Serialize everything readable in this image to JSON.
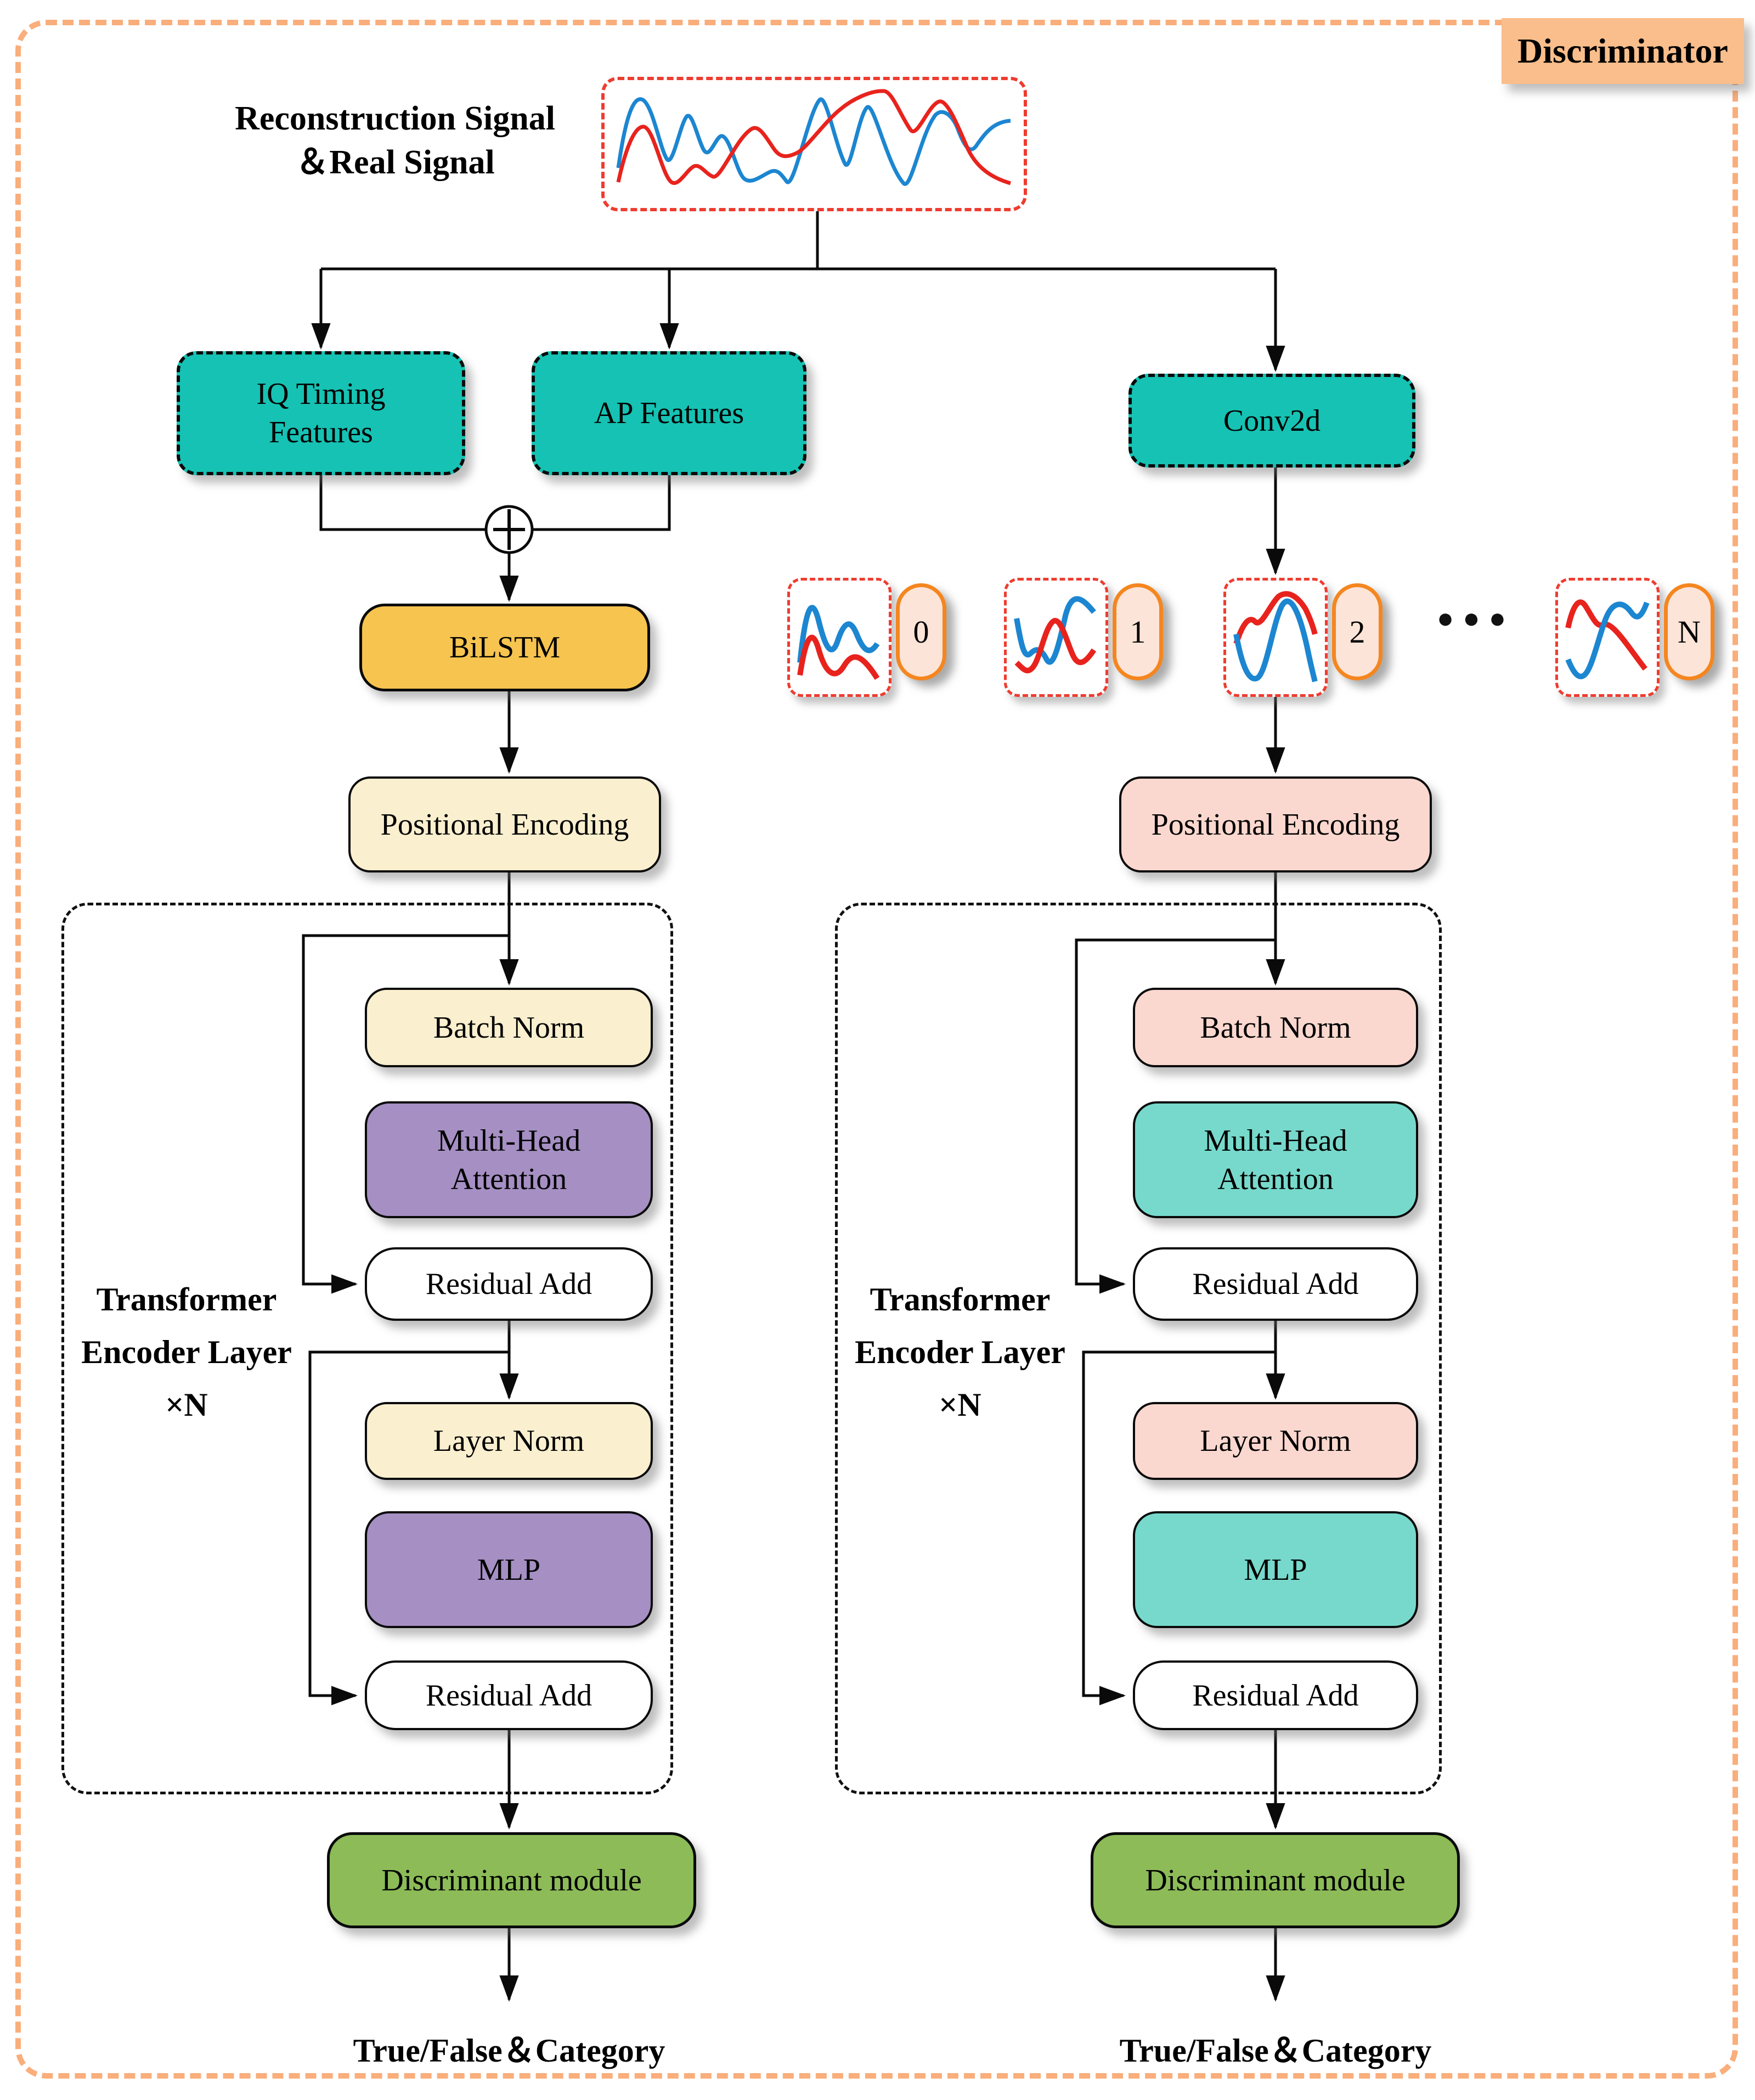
{
  "header": {
    "tag": "Discriminator"
  },
  "input_label": {
    "line1": "Reconstruction Signal",
    "line2": "＆Real Signal"
  },
  "left_column": {
    "iq_box": {
      "line1": "IQ Timing",
      "line2": "Features"
    },
    "ap_box": "AP Features",
    "bilstm": "BiLSTM",
    "positional_encoding": "Positional Encoding",
    "encoder_label": {
      "line1": "Transformer",
      "line2": "Encoder Layer",
      "line3": "×N"
    },
    "batch_norm": "Batch Norm",
    "multi_head": {
      "line1": "Multi-Head",
      "line2": "Attention"
    },
    "residual_add_1": "Residual Add",
    "layer_norm": "Layer Norm",
    "mlp": "MLP",
    "residual_add_2": "Residual Add",
    "discriminant": "Discriminant module",
    "output": "True/False＆Category"
  },
  "right_column": {
    "conv2d": "Conv2d",
    "patch_labels": [
      "0",
      "1",
      "2",
      "N"
    ],
    "ellipsis": "●●●",
    "positional_encoding": "Positional Encoding",
    "encoder_label": {
      "line1": "Transformer",
      "line2": "Encoder Layer",
      "line3": "×N"
    },
    "batch_norm": "Batch Norm",
    "multi_head": {
      "line1": "Multi-Head",
      "line2": "Attention"
    },
    "residual_add_1": "Residual Add",
    "layer_norm": "Layer Norm",
    "mlp": "MLP",
    "residual_add_2": "Residual Add",
    "discriminant": "Discriminant module",
    "output": "True/False＆Category"
  },
  "colors": {
    "feature_teal": "#16C2B3",
    "bilstm_gold": "#F6C44F",
    "left_norm_cream": "#FAEFCE",
    "left_block_purple": "#A58FC3",
    "right_norm_pink": "#FBD8CF",
    "right_block_mint": "#77D9CB",
    "discriminant_green": "#8CBB58",
    "pill_fill": "#FDE4D8",
    "pill_border": "#F5861F",
    "tag_fill": "#F9BE8B",
    "outer_border": "#F9AE7B",
    "patch_border_red": "#EE3C30",
    "wave_blue": "#1C86D1",
    "wave_red": "#E8231D"
  }
}
